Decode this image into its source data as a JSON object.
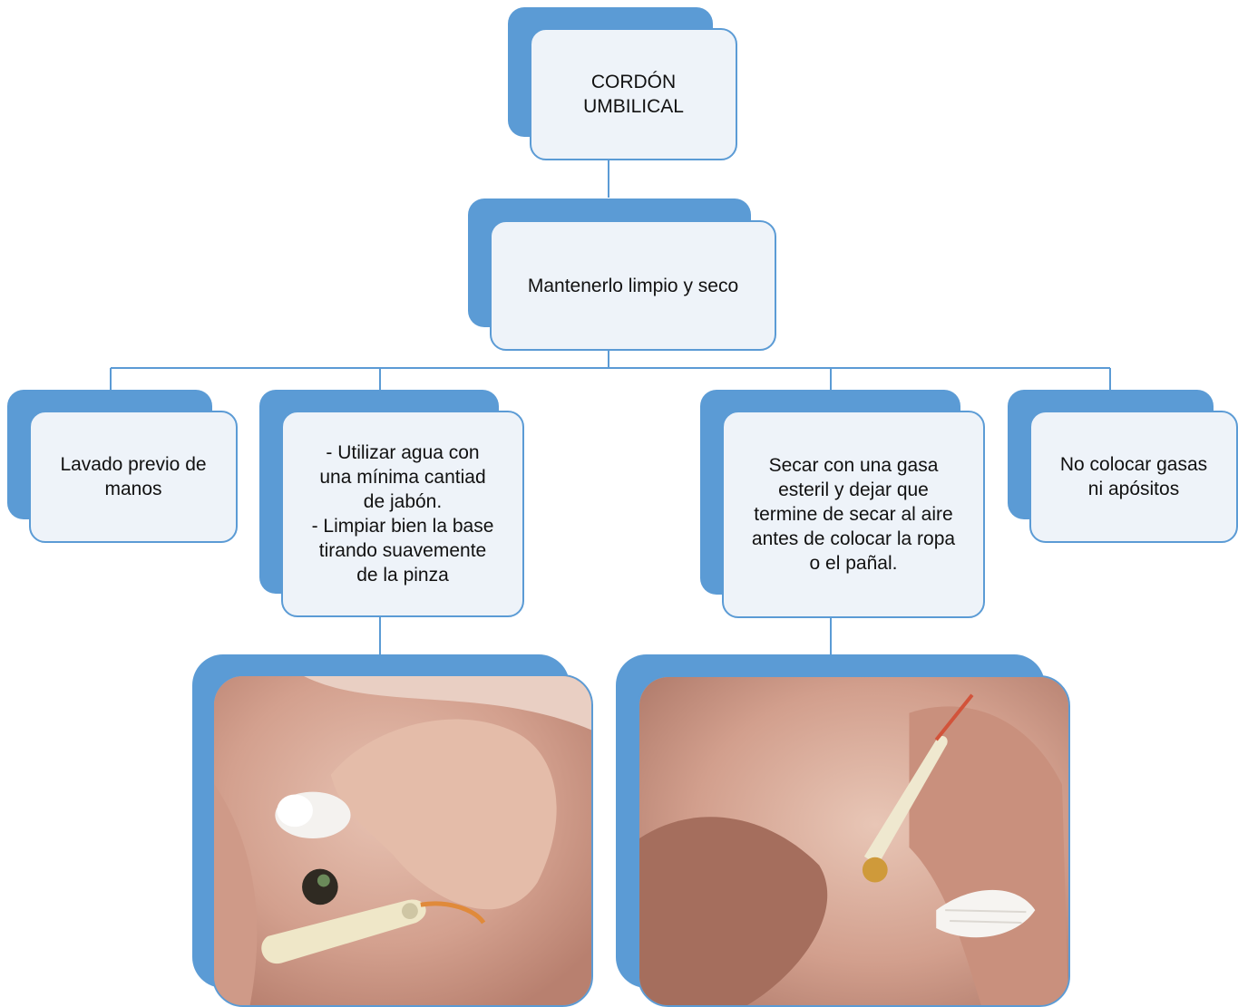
{
  "diagram": {
    "root": {
      "label": "CORDÓN\nUMBILICAL"
    },
    "level1": {
      "label": "Mantenerlo limpio y seco"
    },
    "steps": [
      {
        "label": "Lavado previo de\nmanos"
      },
      {
        "label": "- Utilizar agua con\nuna mínima cantiad\nde jabón.\n- Limpiar  bien la base\ntirando suavemente\nde la pinza"
      },
      {
        "label": "Secar con una gasa\nesteril y dejar que\ntermine de secar al aire\nantes de colocar la ropa\no el pañal."
      },
      {
        "label": "No colocar gasas\nni apósitos"
      }
    ],
    "colors": {
      "accent": "#5b9bd5",
      "card_fill": "#eef3f9",
      "line": "#5b9bd5"
    }
  }
}
